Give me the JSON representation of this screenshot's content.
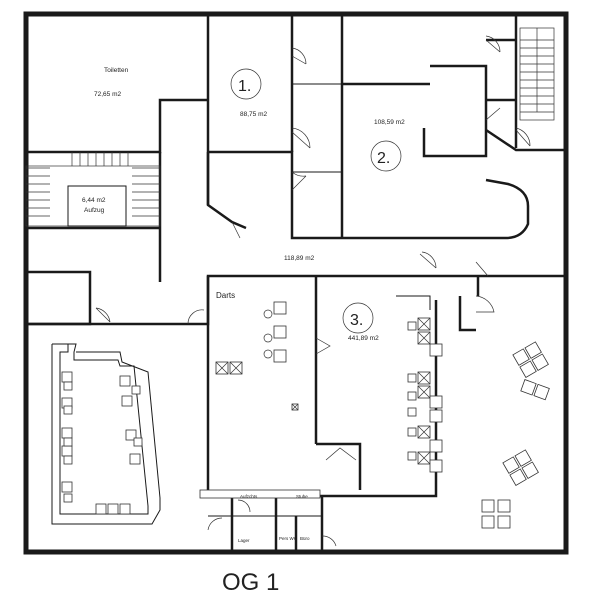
{
  "floor_label": "OG 1",
  "rooms": {
    "toilets": {
      "name": "Toiletten",
      "area": "72,65 m2"
    },
    "elevator": {
      "area": "6,44 m2",
      "name": "Aufzug"
    },
    "office_1": {
      "number": "1.",
      "area": "88,75 m2"
    },
    "office_2": {
      "number": "2.",
      "area": "108,59 m2"
    },
    "corridor": {
      "area": "118,89 m2"
    },
    "hall_3": {
      "number": "3.",
      "area": "441,89 m2"
    },
    "darts": {
      "name": "Darts"
    }
  },
  "labels": {
    "service_counter": "Aufzchts",
    "stairs_small": "Stuhe",
    "storage": "Lager",
    "wc_1": "Pers WC",
    "wc_2": "Büro"
  }
}
